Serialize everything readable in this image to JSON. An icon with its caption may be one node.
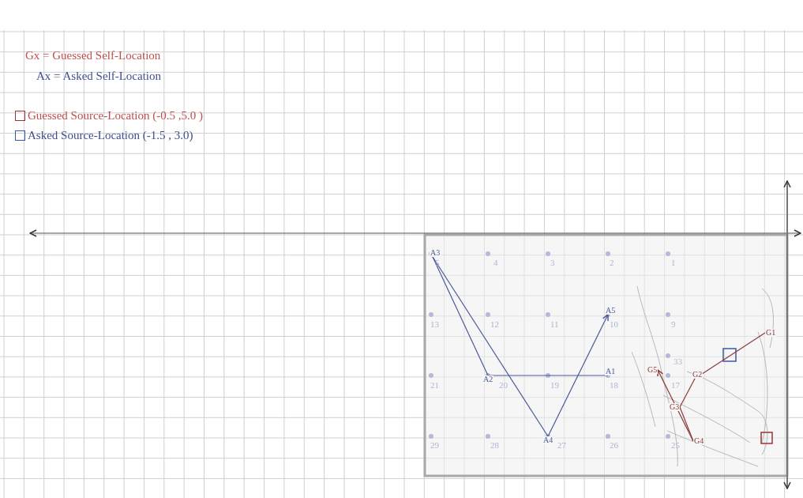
{
  "diagram": {
    "nodes": [
      {
        "text": [
          "A1"
        ]
      },
      {
        "text": [
          "A2"
        ]
      },
      {
        "text": [
          "A3"
        ]
      },
      {
        "text": [
          "A4"
        ]
      },
      {
        "text": [
          "A5"
        ]
      },
      {
        "text": [
          "G1"
        ]
      },
      {
        "text": [
          "G2"
        ]
      },
      {
        "text": [
          "G3"
        ]
      },
      {
        "text": [
          "G4"
        ]
      },
      {
        "text": [
          "G5"
        ]
      }
    ],
    "edges": [
      {
        "from": 0,
        "to": 1,
        "arrow": "none",
        "color": "#4a5a9a"
      },
      {
        "from": 1,
        "to": 2,
        "arrow": "none",
        "color": "#4a5a9a"
      },
      {
        "from": 2,
        "to": 3,
        "arrow": "none",
        "color": "#4a5a9a"
      },
      {
        "from": 3,
        "to": 4,
        "arrow": "to",
        "color": "#4a5a9a"
      },
      {
        "from": 5,
        "to": 6,
        "arrow": "none",
        "color": "#8b3a3a"
      },
      {
        "from": 6,
        "to": 7,
        "arrow": "none",
        "color": "#8b3a3a"
      },
      {
        "from": 7,
        "to": 8,
        "arrow": "none",
        "color": "#8b3a3a"
      },
      {
        "from": 8,
        "to": 9,
        "arrow": "to",
        "color": "#8b3a3a"
      }
    ],
    "labels": [
      "Gx = Guessed Self-Location",
      "Ax = Asked Self-Location",
      "5",
      "4",
      "3",
      "2",
      "1",
      "13",
      "12",
      "11",
      "10",
      "9",
      "33",
      "21",
      "20",
      "19",
      "18",
      "17",
      "29",
      "28",
      "27",
      "26",
      "25"
    ],
    "legend": [
      {
        "text": "Guessed Source-Location (-0.5 ,5.0 )",
        "color": "#9a3535"
      },
      {
        "text": "Asked Source-Location (-1.5 , 3.0)",
        "color": "#3a5aa0"
      }
    ]
  }
}
